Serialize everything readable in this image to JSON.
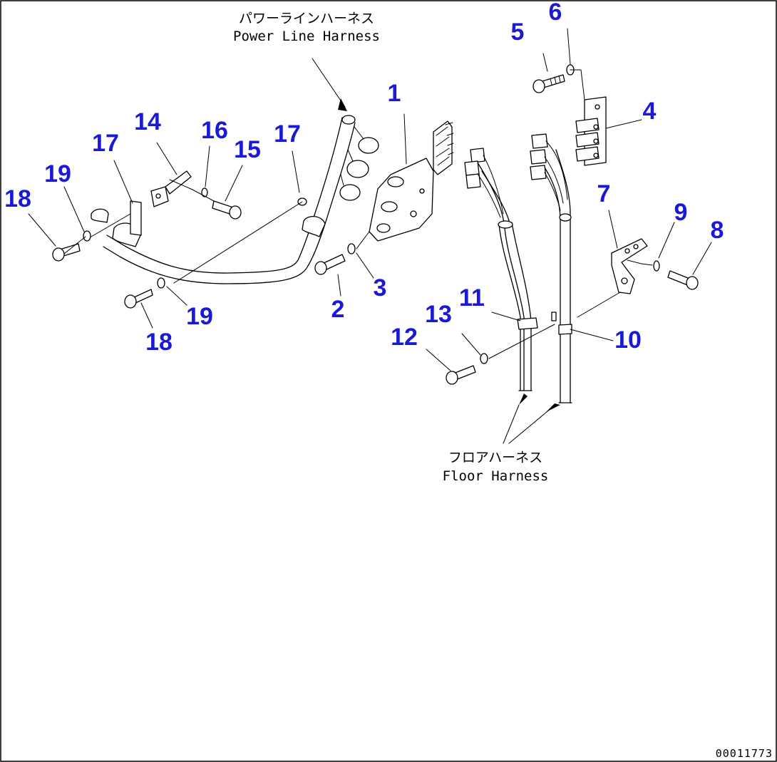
{
  "annotations": {
    "power_line_harness_jp": "パワーラインハーネス",
    "power_line_harness_en": "Power Line Harness",
    "floor_harness_jp": "フロアハーネス",
    "floor_harness_en": "Floor Harness"
  },
  "callouts": {
    "c1": "1",
    "c2": "2",
    "c3": "3",
    "c4": "4",
    "c5": "5",
    "c6": "6",
    "c7": "7",
    "c8": "8",
    "c9": "9",
    "c10": "10",
    "c11": "11",
    "c12": "12",
    "c13": "13",
    "c14": "14",
    "c15": "15",
    "c16": "16",
    "c17a": "17",
    "c17b": "17",
    "c18a": "18",
    "c18b": "18",
    "c19a": "19",
    "c19b": "19"
  },
  "drawing_number": "00011773",
  "colors": {
    "callout": "#1a1ad6",
    "line": "#000000",
    "background": "#ffffff"
  }
}
